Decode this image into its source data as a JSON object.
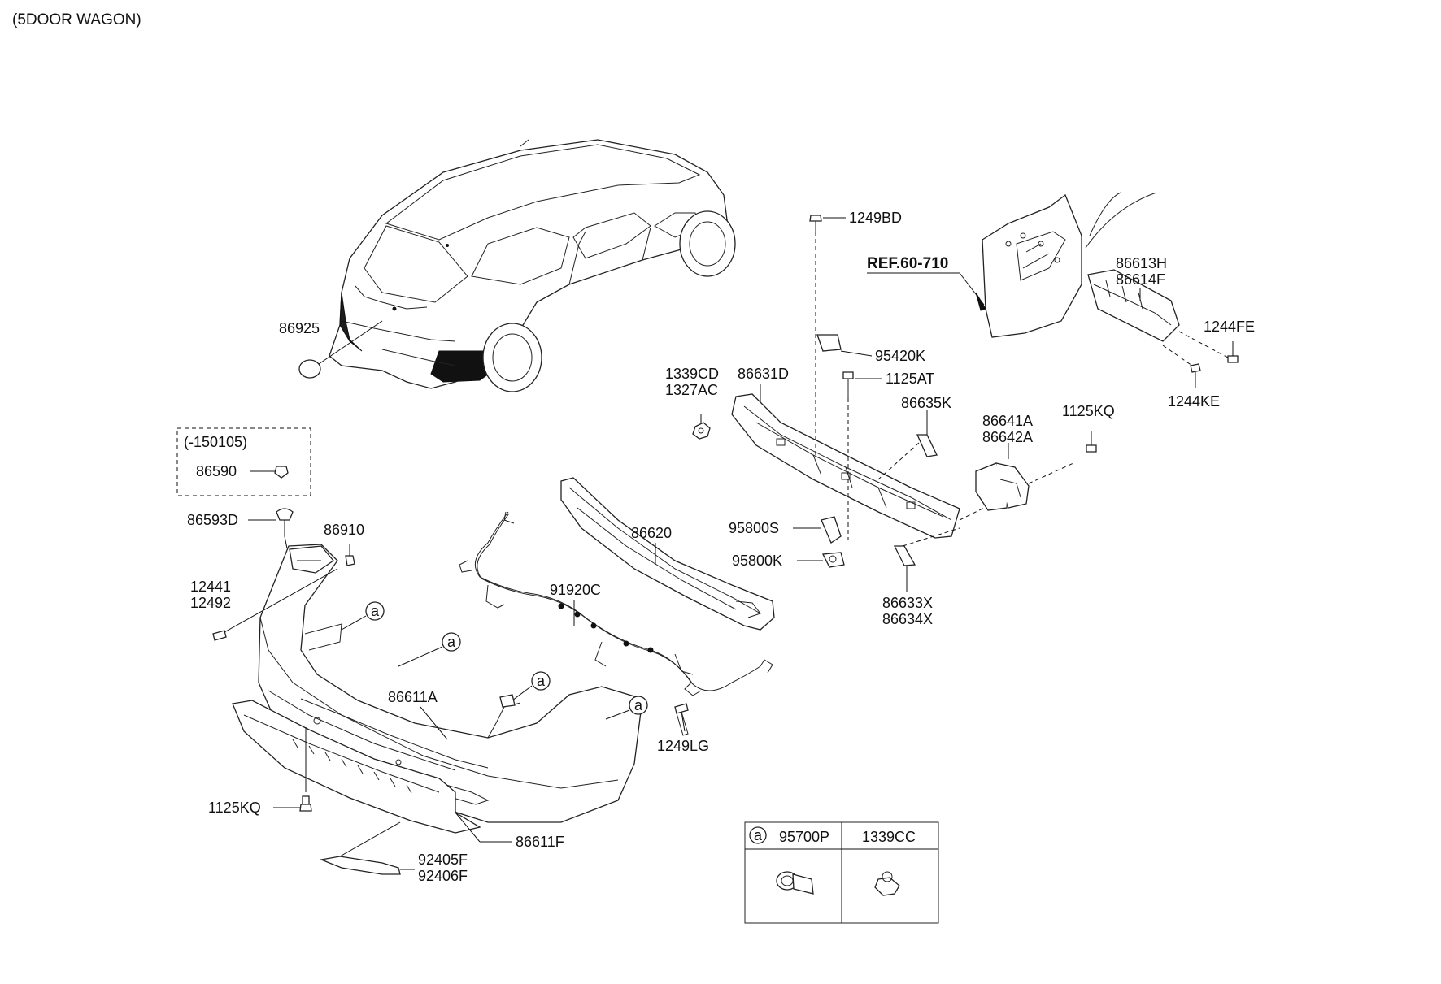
{
  "title": "(5DOOR WAGON)",
  "ref_label": "REF.60-710",
  "date_box": {
    "date": "(-150105)",
    "part": "86590"
  },
  "labels": {
    "p86925": "86925",
    "p86593D": "86593D",
    "p86910": "86910",
    "p12441": "12441",
    "p12492": "12492",
    "p86611A": "86611A",
    "p1125KQ_bottom": "1125KQ",
    "p86611F": "86611F",
    "p92405F": "92405F",
    "p92406F": "92406F",
    "p86620": "86620",
    "p91920C": "91920C",
    "p1249LG": "1249LG",
    "p1339CD": "1339CD",
    "p1327AC": "1327AC",
    "p86631D": "86631D",
    "p1249BD": "1249BD",
    "p95420K": "95420K",
    "p1125AT": "1125AT",
    "p86635K": "86635K",
    "p95800S": "95800S",
    "p95800K": "95800K",
    "p86633X": "86633X",
    "p86634X": "86634X",
    "p86641A": "86641A",
    "p86642A": "86642A",
    "p1125KQ_right": "1125KQ",
    "p86613H": "86613H",
    "p86614F": "86614F",
    "p1244FE": "1244FE",
    "p1244KE": "1244KE"
  },
  "callout_marker": "a",
  "legend": {
    "marker": "a",
    "col1": "95700P",
    "col2": "1339CC"
  }
}
